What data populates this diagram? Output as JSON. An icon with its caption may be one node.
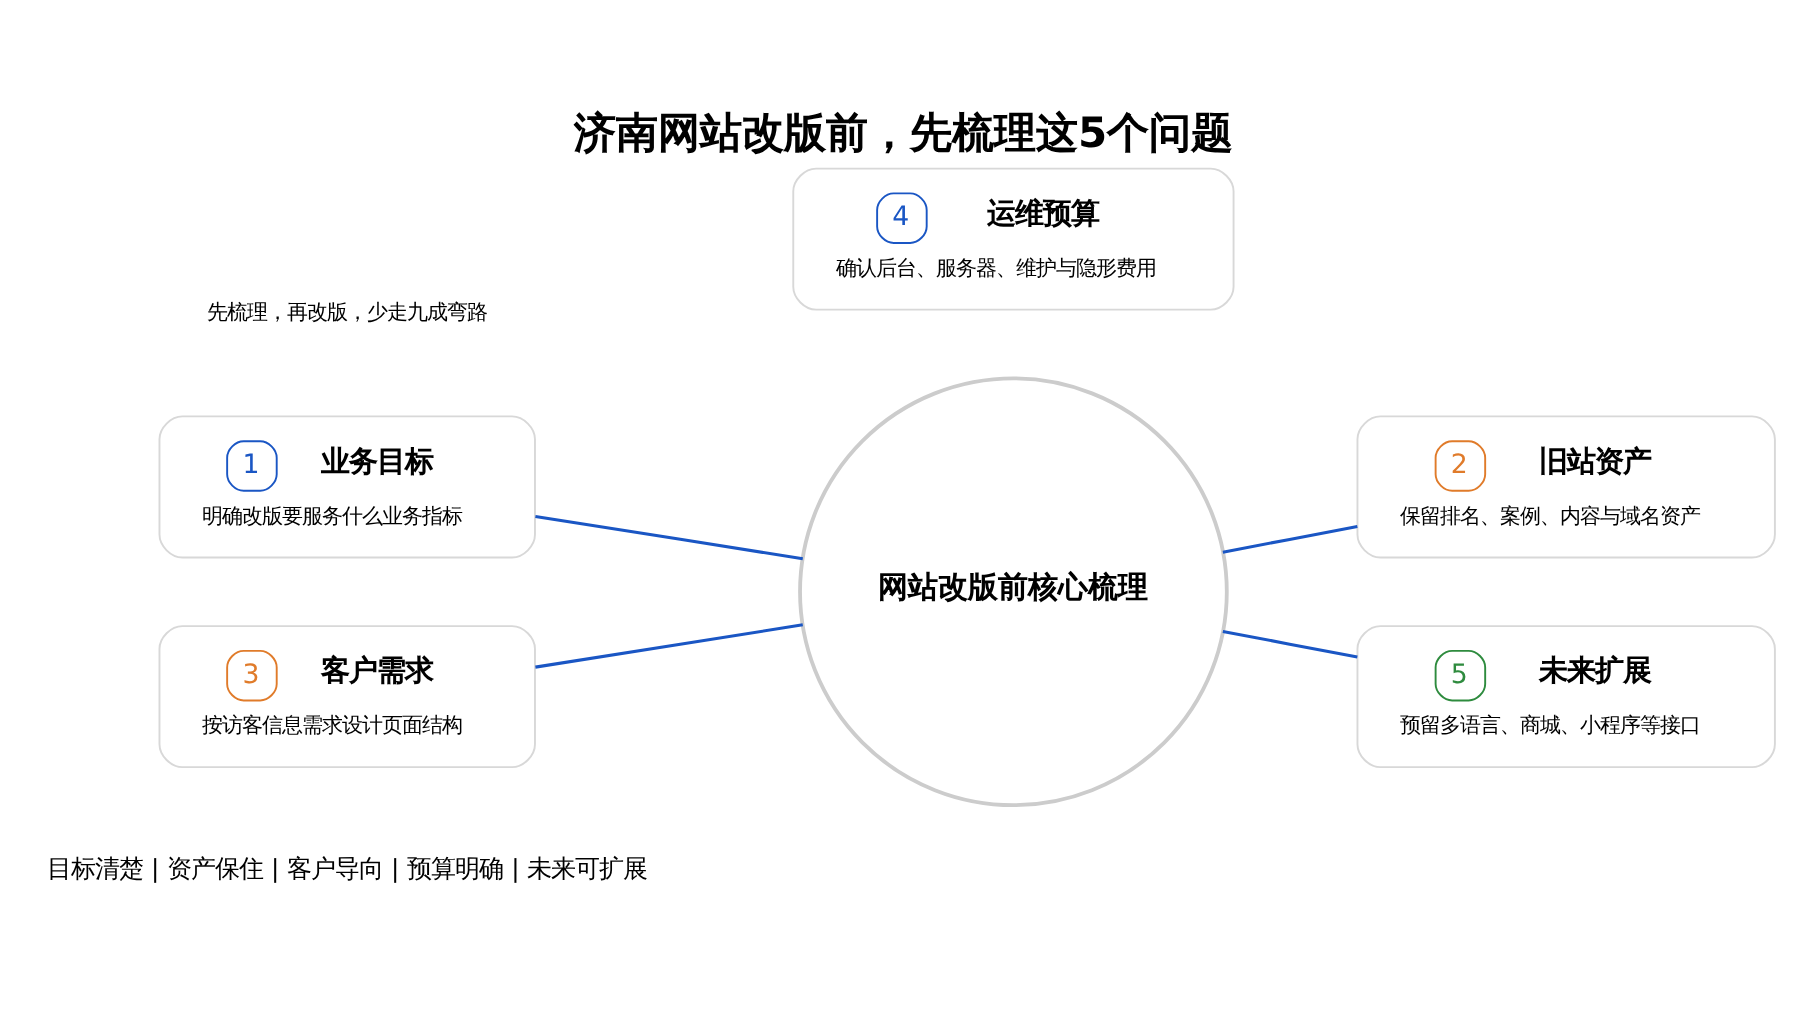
{
  "diagram": {
    "title": "济南网站改版前，先梳理这5个问题",
    "nodes": [
      {
        "text": [
          "网站改版前核心梳理"
        ]
      },
      {
        "text": [
          "1",
          "业务目标",
          "明确改版要服务什么业务指标"
        ]
      },
      {
        "text": [
          "2",
          "旧站资产",
          "保留排名、案例、内容与域名资产"
        ]
      },
      {
        "text": [
          "3",
          "客户需求",
          "按访客信息需求设计页面结构"
        ]
      },
      {
        "text": [
          "4",
          "运维预算",
          "确认后台、服务器、维护与隐形费用"
        ]
      },
      {
        "text": [
          "5",
          "未来扩展",
          "预留多语言、商城、小程序等接口"
        ]
      }
    ],
    "edges": [
      {
        "from": 1,
        "to": 0,
        "arrow": "none"
      },
      {
        "from": 0,
        "to": 2,
        "arrow": "none"
      },
      {
        "from": 3,
        "to": 0,
        "arrow": "none"
      },
      {
        "from": 0,
        "to": 5,
        "arrow": "none"
      }
    ],
    "labels": [
      "目标清楚 | 资产保住 | 客户导向 | 预算明确 | 未来可扩展",
      "先梳理，再改版，少走九成弯路"
    ]
  }
}
